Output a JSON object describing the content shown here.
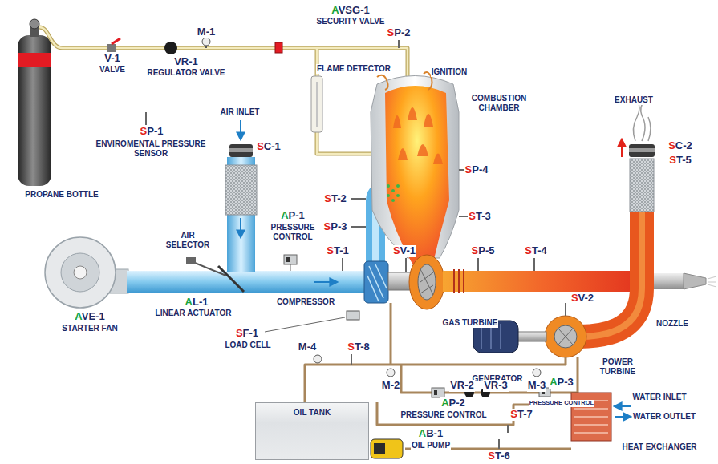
{
  "diagram": {
    "nodes": [
      {
        "text": [
          "OIL TANK"
        ]
      }
    ],
    "labels": [
      "AVSG-1",
      "SECURITY VALVE",
      "SP-2",
      "M-1",
      "V-1",
      "VALVE",
      "VR-1",
      "REGULATOR VALVE",
      "FLAME DETECTOR",
      "IGNITION",
      "COMBUSTION CHAMBER",
      "EXHAUST",
      "AIR INLET",
      "SP-1",
      "ENVIROMENTAL PRESSURE SENSOR",
      "SC-1",
      "PROPANE BOTTLE",
      "SP-4",
      "SC-2",
      "ST-5",
      "ST-2",
      "SP-3",
      "ST-3",
      "AIR SELECTOR",
      "AP-1",
      "PRESSURE CONTROL",
      "ST-1",
      "SV-1",
      "SP-5",
      "ST-4",
      "AL-1",
      "LINEAR ACTUATOR",
      "COMPRESSOR",
      "AVE-1",
      "STARTER FAN",
      "GAS TURBINE",
      "SV-2",
      "NOZZLE",
      "SF-1",
      "LOAD CELL",
      "M-4",
      "ST-8",
      "POWER TURBINE",
      "GENERATOR",
      "M-2",
      "VR-2",
      "VR-3",
      "M-3",
      "AP-2",
      "PRESSURE CONTROL",
      "AP-3",
      "PRESSURE CONTROL",
      "WATER INLET",
      "WATER OUTLET",
      "ST-7",
      "AB-1",
      "OIL PUMP",
      "ST-6",
      "HEAT EXCHANGER"
    ]
  }
}
